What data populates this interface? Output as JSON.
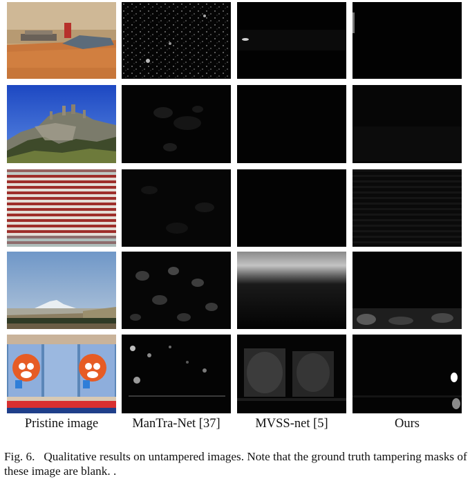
{
  "figure": {
    "columns": [
      "Pristine image",
      "ManTra-Net [37]",
      "MVSS-net [5]",
      "Ours"
    ],
    "rows": [
      {
        "content": "indoor table scene with red can"
      },
      {
        "content": "hilltop castle ruins under blue sky"
      },
      {
        "content": "red and white striped fabric"
      },
      {
        "content": "snow-capped mountain over plain"
      },
      {
        "content": "toy ball packages on store shelf"
      }
    ],
    "caption_label": "Fig. 6.",
    "caption_text": "Qualitative results on untampered images. Note that the ground truth tampering masks of these image are blank. ."
  }
}
